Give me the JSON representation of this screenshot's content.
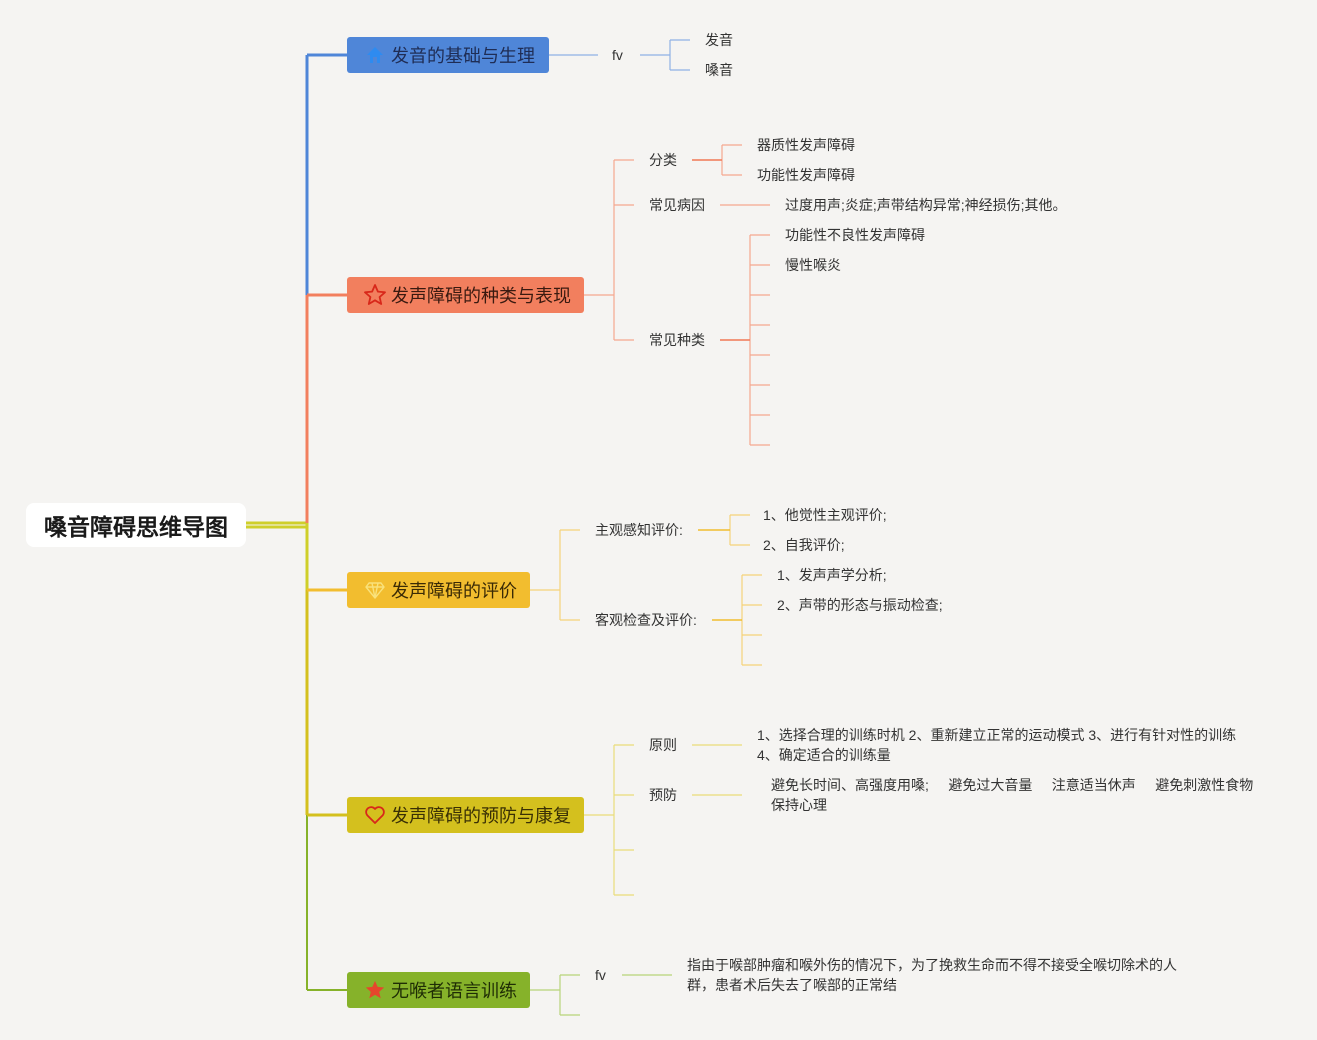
{
  "root": {
    "title": "嗓音障碍思维导图"
  },
  "colors": {
    "blue": "#4f86d8",
    "orange": "#f27f5e",
    "yellow": "#f2bd2f",
    "olive": "#d4c01e",
    "green": "#86b22a",
    "root_line": "#cfcf2a"
  },
  "branches": [
    {
      "label": "发音的基础与生理",
      "icon": "home-icon",
      "items": [
        {
          "label": "fv",
          "children": [
            "发音",
            "嗓音"
          ]
        }
      ]
    },
    {
      "label": "发声障碍的种类与表现",
      "icon": "star-outline-icon",
      "items": [
        {
          "label": "分类",
          "children": [
            "器质性发声障碍",
            "功能性发声障碍"
          ]
        },
        {
          "label": "常见病因",
          "children": [
            "过度用声;炎症;声带结构异常;神经损伤;其他。"
          ]
        },
        {
          "label": "常见种类",
          "children": [
            "功能性不良性发声障碍",
            "慢性喉炎"
          ]
        }
      ]
    },
    {
      "label": "发声障碍的评价",
      "icon": "diamond-icon",
      "items": [
        {
          "label": "主观感知评价:",
          "children": [
            "1、他觉性主观评价;",
            "2、自我评价;"
          ]
        },
        {
          "label": "客观检查及评价:",
          "children": [
            "1、发声声学分析;",
            "2、声带的形态与振动检查;"
          ]
        }
      ]
    },
    {
      "label": "发声障碍的预防与康复",
      "icon": "heart-outline-icon",
      "items": [
        {
          "label": "原则",
          "children": [
            "1、选择合理的训练时机 2、重新建立正常的运动模式 3、进行有针对性的训练 4、确定适合的训练量"
          ]
        },
        {
          "label": "预防",
          "children": [
            "避免长时间、高强度用嗓;     避免过大音量     注意适当休声     避免刺激性食物     保持心理"
          ]
        }
      ]
    },
    {
      "label": "无喉者语言训练",
      "icon": "star-filled-icon",
      "items": [
        {
          "label": "fv",
          "children": [
            "指由于喉部肿瘤和喉外伤的情况下，为了挽救生命而不得不接受全喉切除术的人群，患者术后失去了喉部的正常结"
          ]
        }
      ]
    }
  ]
}
